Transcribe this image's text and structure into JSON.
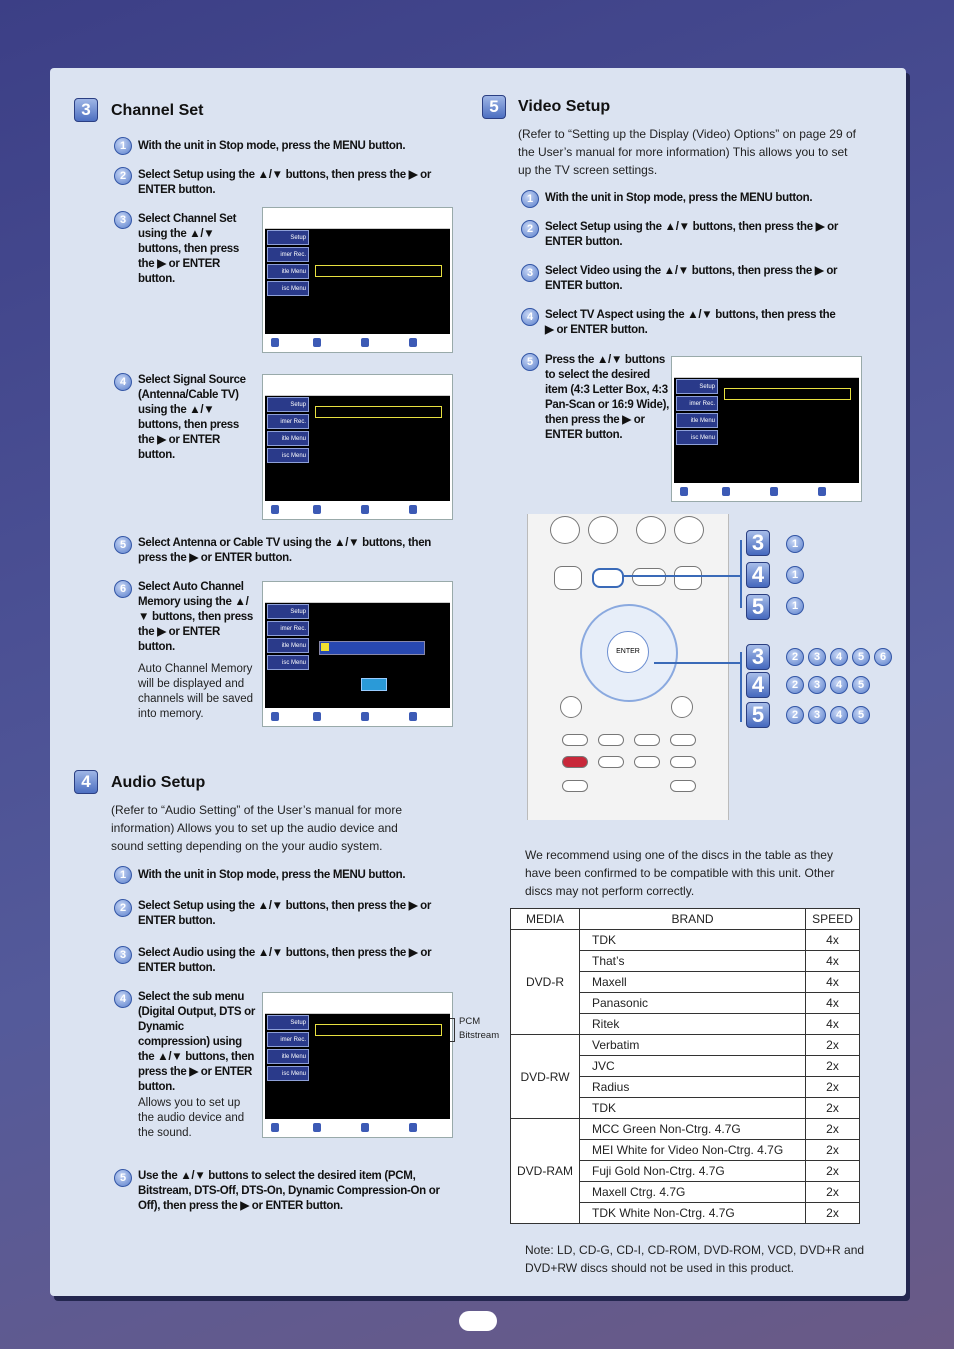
{
  "channel_set": {
    "num": "3",
    "title": "Channel Set",
    "steps": [
      "With the unit in Stop mode, press the MENU button.",
      "Select Setup using the ▲/▼ buttons, then press the ▶ or ENTER button.",
      "Select Channel Set using the ▲/▼ buttons, then press the ▶ or ENTER button.",
      "Select Signal Source (Antenna/Cable TV) using the ▲/▼ buttons, then press the ▶ or ENTER button.",
      "Select Antenna or Cable TV using the ▲/▼ buttons, then press the ▶ or ENTER button.",
      "Select Auto Channel Memory using the ▲/▼ buttons, then press the ▶ or ENTER button."
    ],
    "note": "Auto Channel Memory will be displayed and channels will be saved into memory."
  },
  "audio_setup": {
    "num": "4",
    "title": "Audio Setup",
    "intro": "(Refer to “Audio Setting” of the User’s manual for more information) Allows you to set up the audio device and sound setting depending on the your audio system.",
    "steps": [
      "With the unit in Stop mode, press the MENU button.",
      "Select Setup using the ▲/▼ buttons, then press the ▶ or ENTER button.",
      "Select Audio using the ▲/▼ buttons, then press the ▶ or ENTER button.",
      "Select the sub menu (Digital Output, DTS or Dynamic compression) using the ▲/▼ buttons, then press the ▶ or ENTER button.",
      "Use the ▲/▼ buttons to select the desired item (PCM, Bitstream, DTS-Off, DTS-On, Dynamic Compression-On or Off), then press the ▶ or ENTER button."
    ],
    "note": "Allows you to set up the audio device and the sound.",
    "callout_1": "PCM",
    "callout_2": "Bitstream"
  },
  "video_setup": {
    "num": "5",
    "title": "Video Setup",
    "intro": "(Refer to “Setting up the Display (Video) Options” on page 29 of the User’s manual for more information) This allows you to set up the TV screen settings.",
    "steps": [
      "With the unit in Stop mode, press the MENU button.",
      "Select Setup using the ▲/▼ buttons, then press the ▶ or ENTER button.",
      "Select Video using the ▲/▼ buttons, then press the ▶ or ENTER button.",
      "Select TV Aspect using the ▲/▼ buttons, then press the ▶ or ENTER button.",
      "Press the ▲/▼ buttons to select the desired item (4:3 Letter Box, 4:3 Pan-Scan or 16:9 Wide), then press the ▶ or ENTER button."
    ]
  },
  "screen_menu": {
    "setup": "Setup",
    "timer": "imer Rec.",
    "title_menu": "itle Menu",
    "disc_menu": "isc Menu"
  },
  "remote": {
    "enter": "ENTER",
    "map_a": [
      "3",
      "4",
      "5"
    ],
    "map_a_steps": [
      "1",
      "1",
      "1"
    ],
    "map_b": [
      "3",
      "4",
      "5"
    ],
    "map_b_steps": [
      [
        "2",
        "3",
        "4",
        "5",
        "6"
      ],
      [
        "2",
        "3",
        "4",
        "5"
      ],
      [
        "2",
        "3",
        "4",
        "5"
      ]
    ]
  },
  "recommend": "We recommend using one of the discs in the table as they have been confirmed to be compatible with this unit. Other discs may not perform correctly.",
  "table": {
    "headers": [
      "MEDIA",
      "BRAND",
      "SPEED"
    ],
    "groups": [
      {
        "media": "DVD-R",
        "rows": [
          [
            "TDK",
            "4x"
          ],
          [
            "That’s",
            "4x"
          ],
          [
            "Maxell",
            "4x"
          ],
          [
            "Panasonic",
            "4x"
          ],
          [
            "Ritek",
            "4x"
          ]
        ]
      },
      {
        "media": "DVD-RW",
        "rows": [
          [
            "Verbatim",
            "2x"
          ],
          [
            "JVC",
            "2x"
          ],
          [
            "Radius",
            "2x"
          ],
          [
            "TDK",
            "2x"
          ]
        ]
      },
      {
        "media": "DVD-RAM",
        "rows": [
          [
            "MCC Green Non-Ctrg. 4.7G",
            "2x"
          ],
          [
            "MEI White for Video Non-Ctrg. 4.7G",
            "2x"
          ],
          [
            "Fuji Gold Non-Ctrg. 4.7G",
            "2x"
          ],
          [
            "Maxell Ctrg. 4.7G",
            "2x"
          ],
          [
            "TDK White Non-Ctrg. 4.7G",
            "2x"
          ]
        ]
      }
    ]
  },
  "footnote": "Note: LD, CD-G, CD-I, CD-ROM, DVD-ROM, VCD, DVD+R and DVD+RW discs should not be used in this product."
}
